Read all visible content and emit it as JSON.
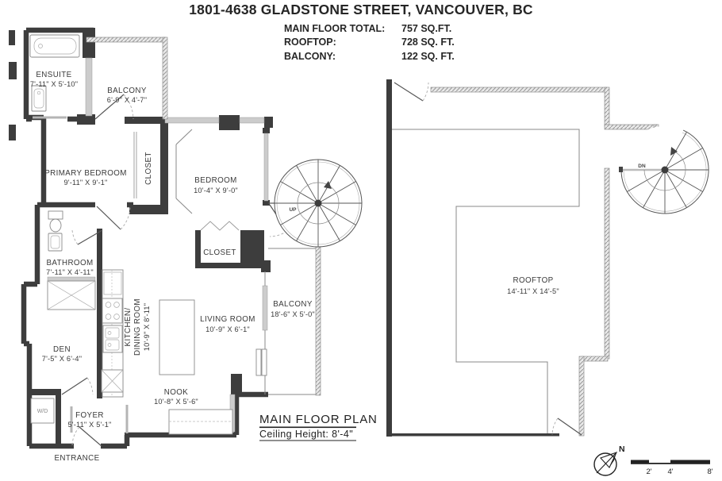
{
  "title": "1801-4638 GLADSTONE STREET, VANCOUVER, BC",
  "stats": [
    {
      "label": "MAIN FLOOR TOTAL:",
      "value": "757 SQ.FT."
    },
    {
      "label": "ROOFTOP:",
      "value": "728 SQ. FT."
    },
    {
      "label": "BALCONY:",
      "value": "122 SQ. FT."
    }
  ],
  "main_floor": {
    "plan_label": "MAIN FLOOR PLAN",
    "ceiling_height": "Ceiling Height: 8'-4\"",
    "rooms": [
      {
        "name": "ENSUITE",
        "dims": "7'-11\" X 5'-10\""
      },
      {
        "name": "BALCONY",
        "dims": "6'-9\" X 4'-7\""
      },
      {
        "name": "PRIMARY BEDROOM",
        "dims": "9'-11\" X 9'-1\""
      },
      {
        "name": "CLOSET",
        "dims": ""
      },
      {
        "name": "BEDROOM",
        "dims": "10'-4\" X 9'-0\""
      },
      {
        "name": "CLOSET",
        "dims": ""
      },
      {
        "name": "BATHROOM",
        "dims": "7'-11\" X 4'-11\""
      },
      {
        "name": "KITCHEN/",
        "name2": "DINING ROOM",
        "dims": "10'-9\" X 8'-11\""
      },
      {
        "name": "LIVING ROOM",
        "dims": "10'-9\" X 6'-1\""
      },
      {
        "name": "BALCONY",
        "dims": "18'-6\" X 5'-0\""
      },
      {
        "name": "DEN",
        "dims": "7'-5\" X 6'-4\""
      },
      {
        "name": "NOOK",
        "dims": "10'-8\" X 5'-6\""
      },
      {
        "name": "FOYER",
        "dims": "5'-11\" X 5'-1\""
      }
    ],
    "labels": {
      "entrance": "ENTRANCE",
      "wd": "W/D",
      "up": "UP"
    }
  },
  "rooftop": {
    "room": {
      "name": "ROOFTOP",
      "dims": "14'-11\" X 14'-5\""
    },
    "dn": "DN"
  },
  "compass": {
    "north": "N"
  },
  "scale_bar": {
    "ticks": [
      "2'",
      "4'",
      "8'"
    ]
  }
}
